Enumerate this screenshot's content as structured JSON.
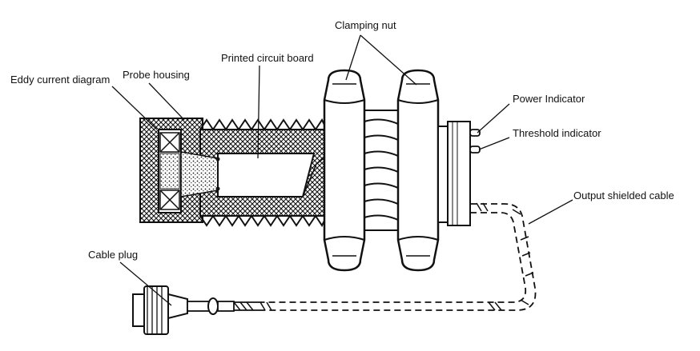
{
  "labels": {
    "eddy_current_diagram": "Eddy current diagram",
    "probe_housing": "Probe housing",
    "printed_circuit_board": "Printed circuit board",
    "clamping_nut": "Clamping nut",
    "power_indicator": "Power Indicator",
    "threshold_indicator": "Threshold indicator",
    "output_shielded_cable": "Output shielded cable",
    "cable_plug": "Cable plug"
  },
  "colors": {
    "line": "#111111",
    "background": "#ffffff"
  }
}
